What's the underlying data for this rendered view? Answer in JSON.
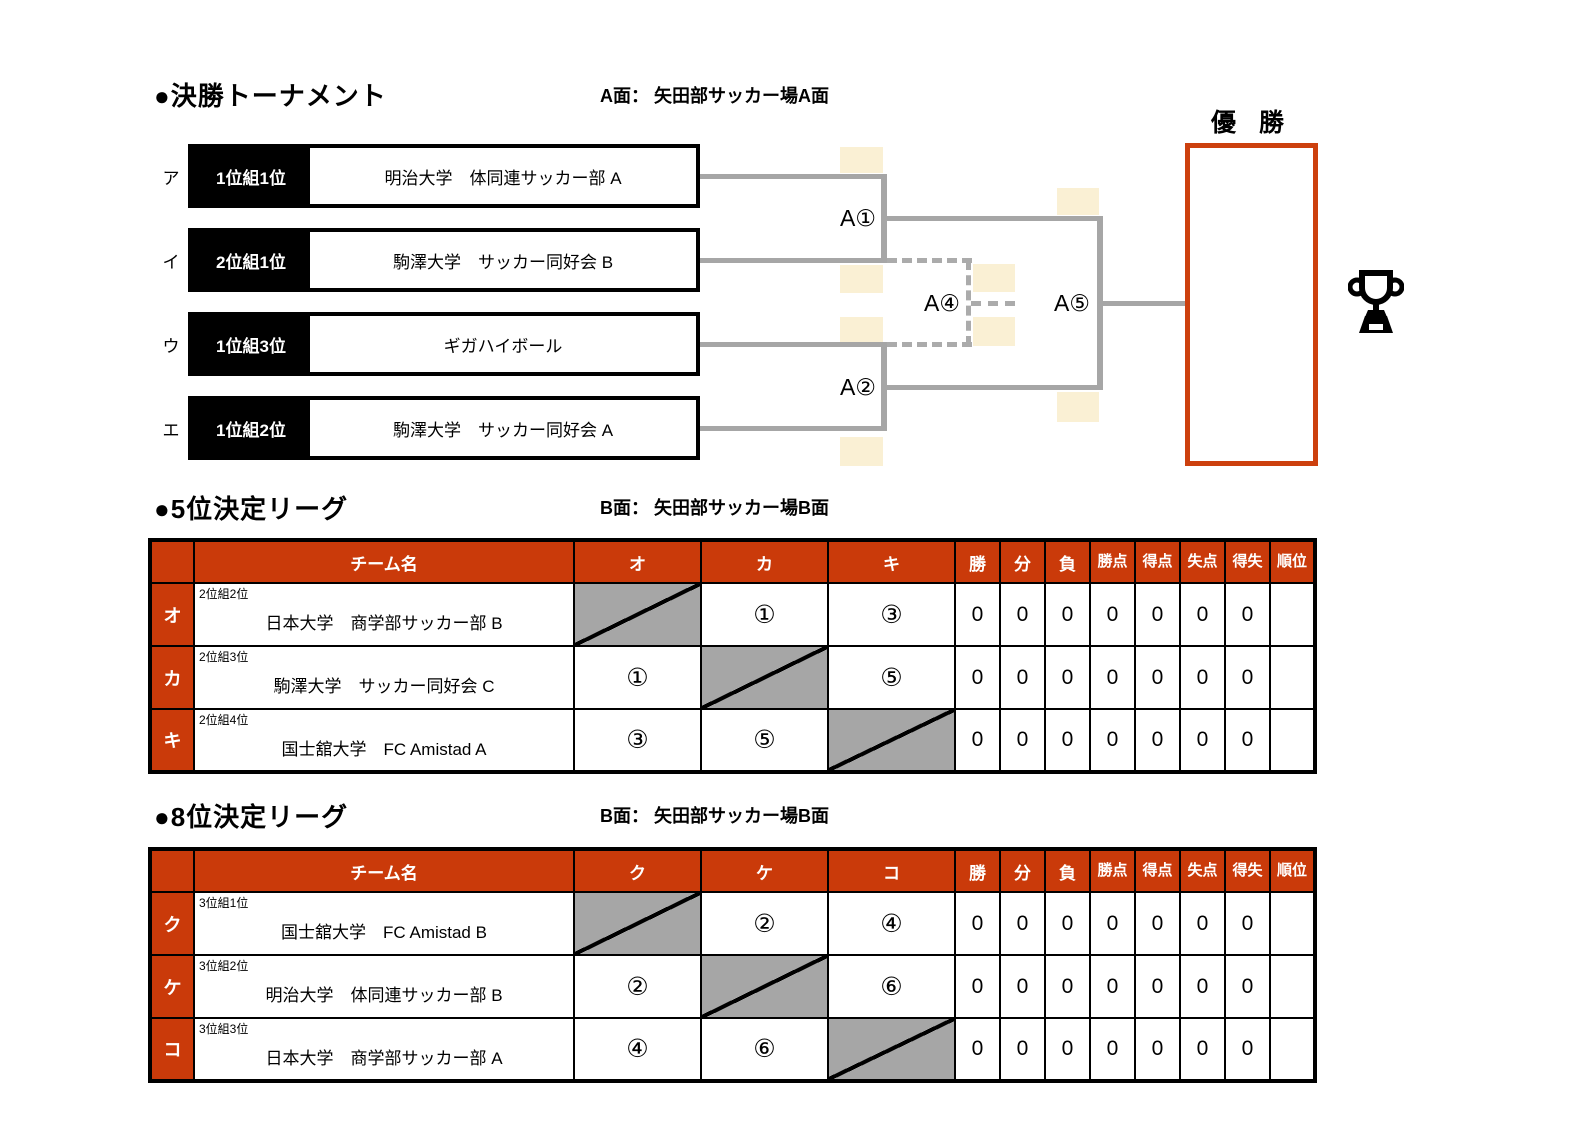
{
  "colors": {
    "accent_orange": "#ca3a0a",
    "champion_border": "#cc400e",
    "bracket_line_gray": "#a6a6a6",
    "diagonal_cell_gray": "#a6a6a6",
    "highlight_beige": "#faf0d4"
  },
  "bracket": {
    "title": "●決勝トーナメント",
    "venue": "A面： 矢田部サッカー場A面",
    "champion_label": "優 勝",
    "teams": [
      {
        "letter": "ア",
        "seed": "1位組1位",
        "name": "明治大学　体同連サッカー部 A"
      },
      {
        "letter": "イ",
        "seed": "2位組1位",
        "name": "駒澤大学　サッカー同好会 B"
      },
      {
        "letter": "ウ",
        "seed": "1位組3位",
        "name": "ギガハイボール"
      },
      {
        "letter": "エ",
        "seed": "1位組2位",
        "name": "駒澤大学　サッカー同好会 A"
      }
    ],
    "match_labels": {
      "a1": "A①",
      "a2": "A②",
      "a4": "A④",
      "a5": "A⑤"
    }
  },
  "league5": {
    "title": "●5位決定リーグ",
    "venue": "B面： 矢田部サッカー場B面",
    "headers": {
      "team": "チーム名",
      "opp": [
        "オ",
        "カ",
        "キ"
      ],
      "stats": [
        "勝",
        "分",
        "負",
        "勝点",
        "得点",
        "失点",
        "得失",
        "順位"
      ]
    },
    "rows": [
      {
        "letter": "オ",
        "seed": "2位組2位",
        "name": "日本大学　商学部サッカー部 B",
        "matches": [
          "",
          "①",
          "③"
        ],
        "stats": [
          "0",
          "0",
          "0",
          "0",
          "0",
          "0",
          "0"
        ],
        "rank": ""
      },
      {
        "letter": "カ",
        "seed": "2位組3位",
        "name": "駒澤大学　サッカー同好会 C",
        "matches": [
          "①",
          "",
          "⑤"
        ],
        "stats": [
          "0",
          "0",
          "0",
          "0",
          "0",
          "0",
          "0"
        ],
        "rank": ""
      },
      {
        "letter": "キ",
        "seed": "2位組4位",
        "name": "国士舘大学　FC Amistad A",
        "matches": [
          "③",
          "⑤",
          ""
        ],
        "stats": [
          "0",
          "0",
          "0",
          "0",
          "0",
          "0",
          "0"
        ],
        "rank": ""
      }
    ]
  },
  "league8": {
    "title": "●8位決定リーグ",
    "venue": "B面： 矢田部サッカー場B面",
    "headers": {
      "team": "チーム名",
      "opp": [
        "ク",
        "ケ",
        "コ"
      ],
      "stats": [
        "勝",
        "分",
        "負",
        "勝点",
        "得点",
        "失点",
        "得失",
        "順位"
      ]
    },
    "rows": [
      {
        "letter": "ク",
        "seed": "3位組1位",
        "name": "国士舘大学　FC Amistad B",
        "matches": [
          "",
          "②",
          "④"
        ],
        "stats": [
          "0",
          "0",
          "0",
          "0",
          "0",
          "0",
          "0"
        ],
        "rank": ""
      },
      {
        "letter": "ケ",
        "seed": "3位組2位",
        "name": "明治大学　体同連サッカー部 B",
        "matches": [
          "②",
          "",
          "⑥"
        ],
        "stats": [
          "0",
          "0",
          "0",
          "0",
          "0",
          "0",
          "0"
        ],
        "rank": ""
      },
      {
        "letter": "コ",
        "seed": "3位組3位",
        "name": "日本大学　商学部サッカー部 A",
        "matches": [
          "④",
          "⑥",
          ""
        ],
        "stats": [
          "0",
          "0",
          "0",
          "0",
          "0",
          "0",
          "0"
        ],
        "rank": ""
      }
    ]
  }
}
